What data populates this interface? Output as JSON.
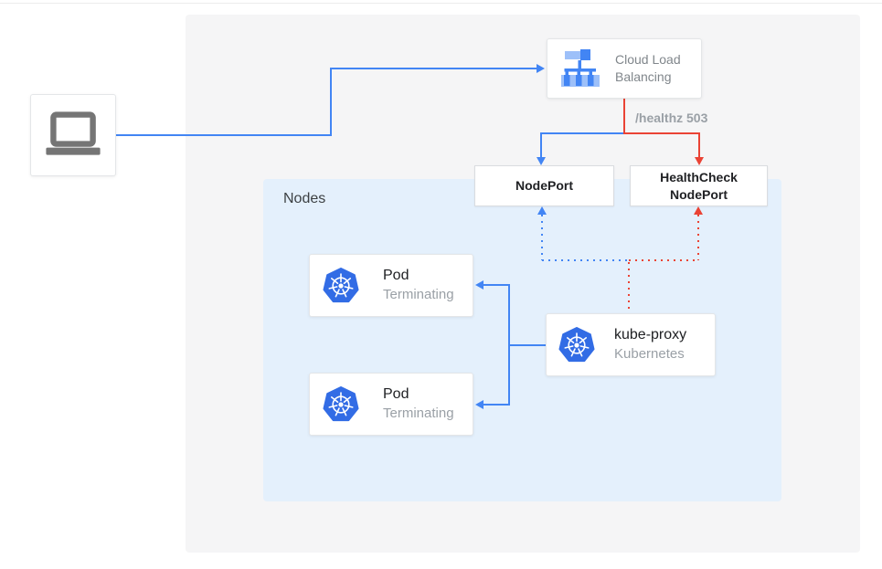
{
  "colors": {
    "blue": "#4285f4",
    "red": "#ea4335",
    "k8s-blue": "#326ce5",
    "lb-light": "#9dc0f9",
    "panel-gray": "#f5f5f6",
    "nodes-blue": "#e4f0fc",
    "text-dark": "#3c4043",
    "text-gray": "#9aa0a6",
    "text-bold": "#202124"
  },
  "icons": {
    "client": "laptop",
    "load_balancer": "cloud-load-balancing-tree",
    "pod": "kubernetes-helm",
    "kube_proxy": "kubernetes-helm"
  },
  "load_balancer": {
    "title": "Cloud Load Balancing"
  },
  "edge_labels": {
    "healthz": "/healthz 503"
  },
  "nodeport": {
    "label": "NodePort"
  },
  "healthcheck_nodeport": {
    "line1": "HealthCheck",
    "line2": "NodePort"
  },
  "nodes_panel": {
    "label": "Nodes"
  },
  "pods": [
    {
      "title": "Pod",
      "status": "Terminating"
    },
    {
      "title": "Pod",
      "status": "Terminating"
    }
  ],
  "kube_proxy": {
    "title": "kube-proxy",
    "subtitle": "Kubernetes"
  }
}
